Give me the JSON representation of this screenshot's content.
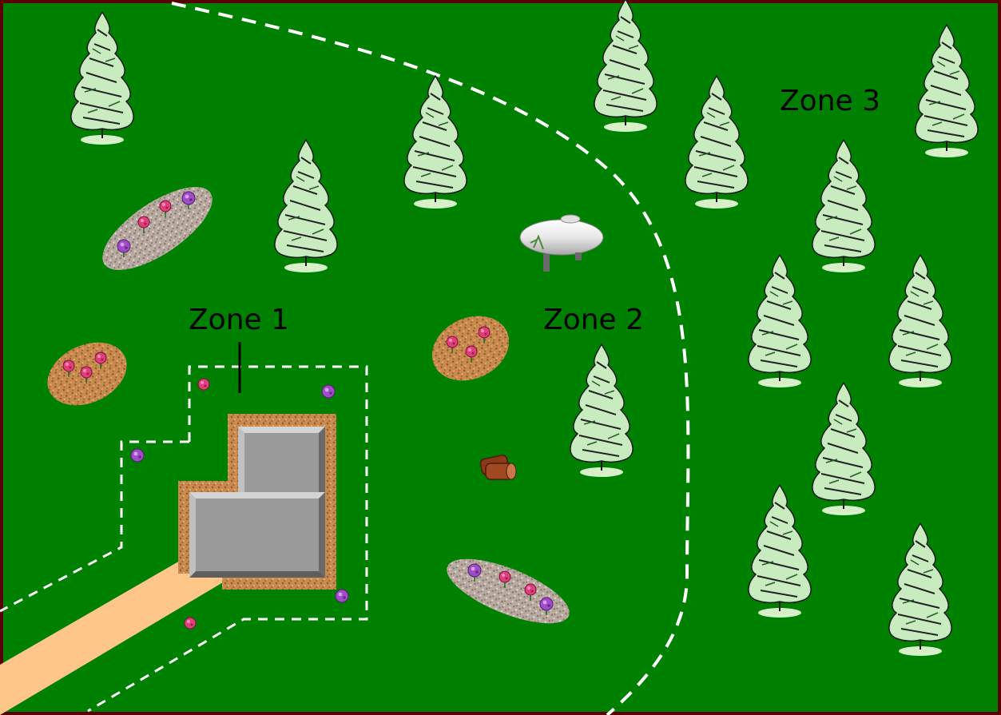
{
  "colors": {
    "lawn": "#008000",
    "border": "#5a0000",
    "boundary_line": "#ffffff",
    "path": "#ffc689",
    "mulch": "#c88a4e",
    "gravel": "#b8aaa0",
    "roof": "#9a9a9a",
    "tree_foliage": "#c8ecc0",
    "flower_pink": "#e0407a",
    "flower_purple": "#a04cc8"
  },
  "zones": [
    {
      "id": "zone-1",
      "label": "Zone 1"
    },
    {
      "id": "zone-2",
      "label": "Zone 2"
    },
    {
      "id": "zone-3",
      "label": "Zone 3"
    }
  ],
  "icons": {
    "tree": "pine-tree-icon",
    "house": "house-icon",
    "propane_tank": "propane-tank-icon",
    "woodpile": "woodpile-icon",
    "flower_bed": "flower-bed-icon",
    "flower": "flower-icon"
  }
}
